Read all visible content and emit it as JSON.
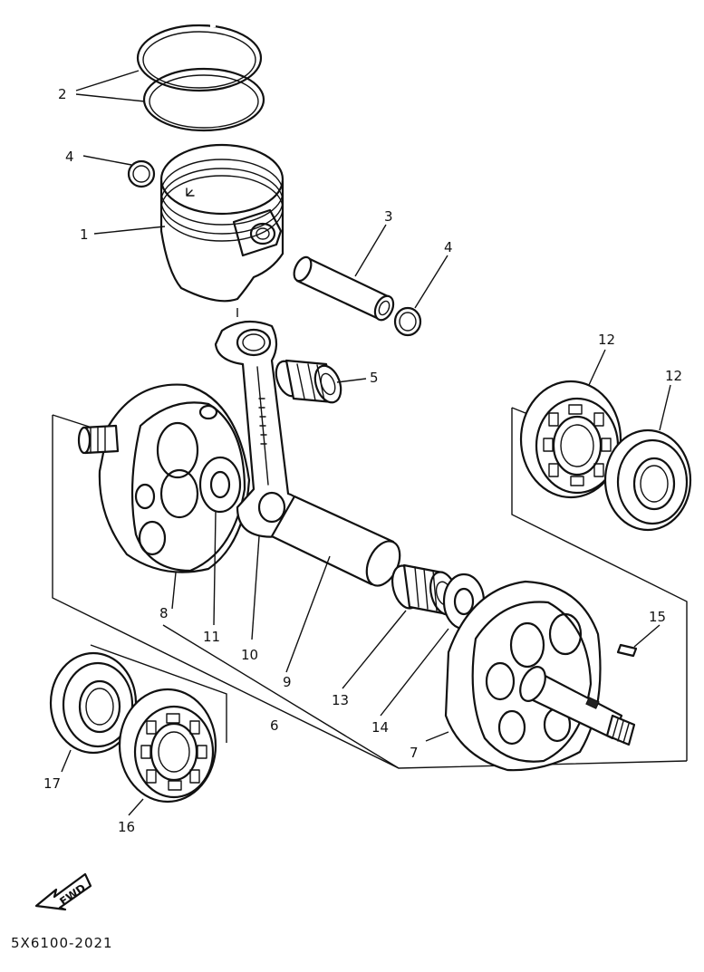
{
  "diagram": {
    "part_code": "5X6100-2021",
    "fwd_label": "FWD",
    "callouts": [
      "1",
      "2",
      "3",
      "4",
      "4",
      "5",
      "6",
      "7",
      "8",
      "9",
      "10",
      "11",
      "12",
      "12",
      "13",
      "14",
      "15",
      "16",
      "17"
    ]
  }
}
